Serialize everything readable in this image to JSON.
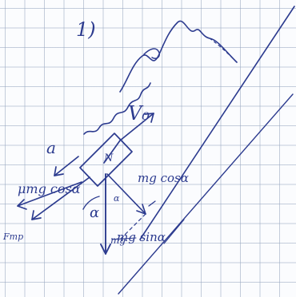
{
  "colors": {
    "ink": "#2c3b8f",
    "paper": "#fbfcfe",
    "grid": "#96a5be"
  },
  "labels": {
    "problem_number": "1)",
    "initial_velocity": "V₀",
    "acceleration": "a",
    "normal_force": "N",
    "friction_force": "μmg cosα",
    "gravity_parallel_component": "mg sinα",
    "gravity_perpendicular_component": "mg cosα",
    "gravity_force": "mg",
    "angle_symbol": "α",
    "angle_symbol_2": "α",
    "friction_label": "Fтр"
  }
}
